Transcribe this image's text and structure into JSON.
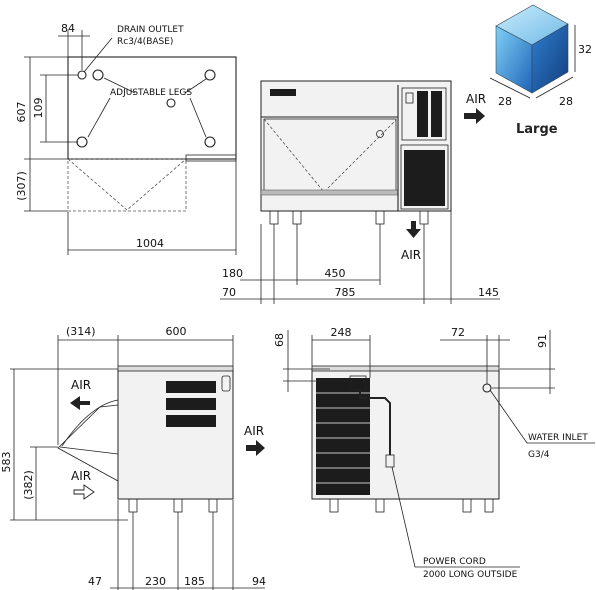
{
  "top_view": {
    "width_dim": "1004",
    "drain_offset_dim": "84",
    "depth_dim": "607",
    "drain_depth_dim": "109",
    "projected_dim": "(307)",
    "drain_label_line1": "DRAIN OUTLET",
    "drain_label_line2": "Rc3/4(BASE)",
    "legs_label": "ADJUSTABLE LEGS"
  },
  "front_view": {
    "leg_span_dim": "450",
    "left_leg_dim": "180",
    "left_offset_dim": "70",
    "body_width_dim": "785",
    "right_offset_dim": "145",
    "air_right_label": "AIR",
    "air_down_label": "AIR"
  },
  "cube_icon": {
    "side_a": "28",
    "side_b": "28",
    "height": "32",
    "size_label": "Large"
  },
  "side_view": {
    "overhang_dim": "(314)",
    "depth_dim": "600",
    "height_dim": "583",
    "inner_height_dim": "(382)",
    "air_out_label": "AIR",
    "air_in_label": "AIR",
    "bottom_dims": [
      "47",
      "230",
      "185",
      "94"
    ],
    "air_right_label": "AIR"
  },
  "rear_view": {
    "grille_width_dim": "248",
    "inlet_offset_dim": "72",
    "top_offset_dim": "68",
    "inlet_height_dim": "91",
    "water_inlet_line1": "WATER INLET",
    "water_inlet_line2": "G3/4",
    "power_cord_line1": "POWER CORD",
    "power_cord_line2": "2000 LONG OUTSIDE"
  }
}
